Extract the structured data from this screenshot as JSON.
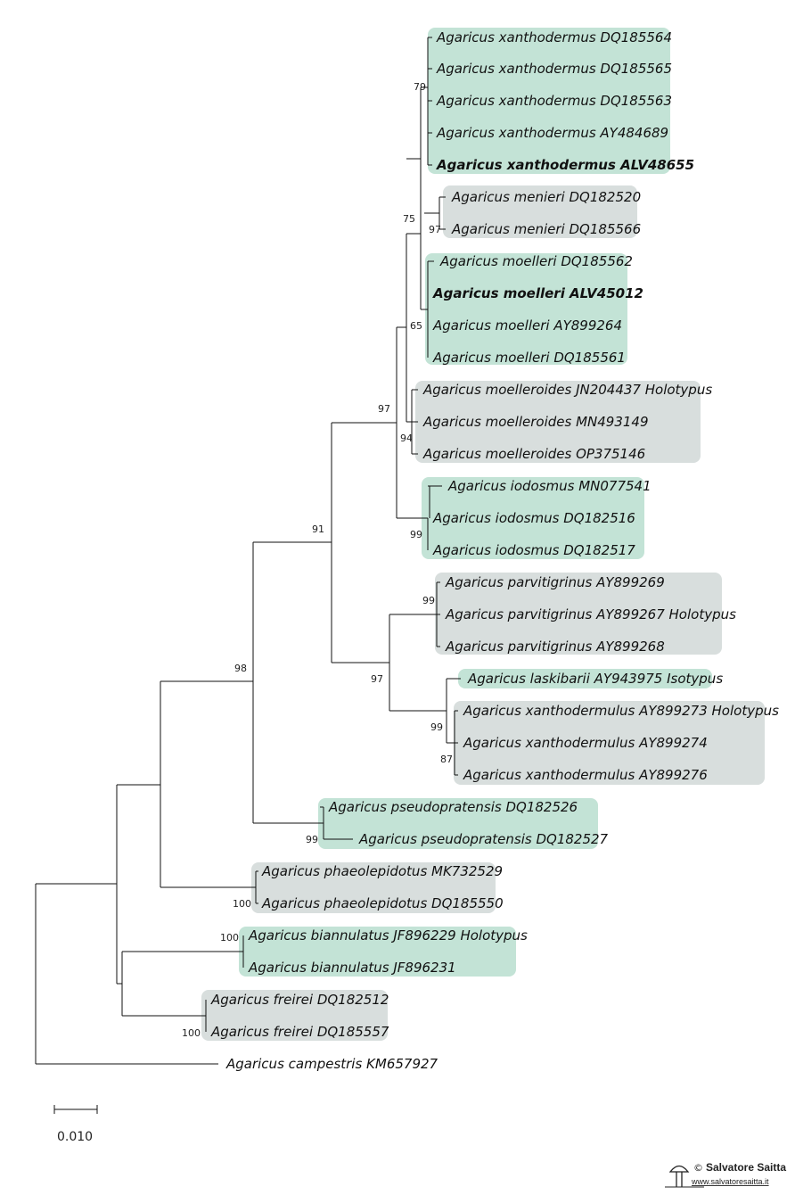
{
  "colors": {
    "green": "#c3e3d6",
    "gray": "#d8dedd",
    "line": "#111111"
  },
  "taxa": [
    {
      "label": "Agaricus xanthodermus DQ185564"
    },
    {
      "label": "Agaricus xanthodermus DQ185565"
    },
    {
      "label": "Agaricus xanthodermus DQ185563"
    },
    {
      "label": "Agaricus xanthodermus AY484689"
    },
    {
      "label": "Agaricus xanthodermus ALV48655",
      "bold": true
    },
    {
      "label": "Agaricus menieri DQ182520"
    },
    {
      "label": "Agaricus menieri DQ185566"
    },
    {
      "label": "Agaricus moelleri DQ185562"
    },
    {
      "label": "Agaricus moelleri ALV45012",
      "bold": true
    },
    {
      "label": "Agaricus moelleri AY899264"
    },
    {
      "label": "Agaricus moelleri DQ185561"
    },
    {
      "label": "Agaricus moelleroides JN204437 Holotypus"
    },
    {
      "label": "Agaricus moelleroides MN493149"
    },
    {
      "label": "Agaricus moelleroides OP375146"
    },
    {
      "label": "Agaricus iodosmus MN077541"
    },
    {
      "label": "Agaricus iodosmus DQ182516"
    },
    {
      "label": "Agaricus iodosmus DQ182517"
    },
    {
      "label": "Agaricus parvitigrinus AY899269"
    },
    {
      "label": "Agaricus parvitigrinus AY899267 Holotypus"
    },
    {
      "label": "Agaricus parvitigrinus AY899268"
    },
    {
      "label": "Agaricus laskibarii AY943975 Isotypus"
    },
    {
      "label": "Agaricus xanthodermulus AY899273 Holotypus"
    },
    {
      "label": "Agaricus xanthodermulus AY899274"
    },
    {
      "label": "Agaricus xanthodermulus AY899276"
    },
    {
      "label": "Agaricus pseudopratensis DQ182526"
    },
    {
      "label": "Agaricus pseudopratensis DQ182527"
    },
    {
      "label": "Agaricus phaeolepidotus MK732529"
    },
    {
      "label": "Agaricus phaeolepidotus DQ185550"
    },
    {
      "label": "Agaricus biannulatus JF896229 Holotypus"
    },
    {
      "label": "Agaricus biannulatus JF896231"
    },
    {
      "label": "Agaricus freirei DQ182512"
    },
    {
      "label": "Agaricus freirei DQ185557"
    },
    {
      "label": "Agaricus campestris KM657927"
    }
  ],
  "clade_boxes": [
    {
      "taxa": "xanthodermus",
      "color": "green"
    },
    {
      "taxa": "menieri",
      "color": "gray"
    },
    {
      "taxa": "moelleri",
      "color": "green"
    },
    {
      "taxa": "moelleroides",
      "color": "gray"
    },
    {
      "taxa": "iodosmus",
      "color": "green"
    },
    {
      "taxa": "parvitigrinus",
      "color": "gray"
    },
    {
      "taxa": "laskibarii",
      "color": "green"
    },
    {
      "taxa": "xanthodermulus",
      "color": "gray"
    },
    {
      "taxa": "pseudopratensis",
      "color": "green"
    },
    {
      "taxa": "phaeolepidotus",
      "color": "gray"
    },
    {
      "taxa": "biannulatus",
      "color": "green"
    },
    {
      "taxa": "freirei",
      "color": "gray"
    }
  ],
  "bootstrap": [
    "79",
    "97",
    "75",
    "65",
    "94",
    "97",
    "99",
    "91",
    "99",
    "97",
    "99",
    "87",
    "98",
    "99",
    "100",
    "100",
    "100"
  ],
  "scale_bar": {
    "label": "0.010"
  },
  "watermark": {
    "name": "Salvatore Saitta",
    "url": "www.salvatoresaitta.it"
  }
}
